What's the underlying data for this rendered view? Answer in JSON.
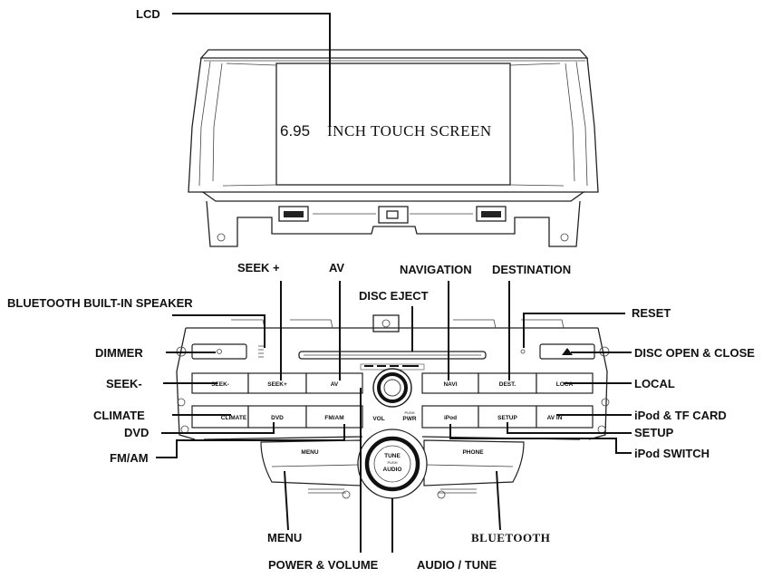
{
  "screen": {
    "size_text": "6.95",
    "description": "INCH TOUCH SCREEN"
  },
  "labels": {
    "lcd": "LCD",
    "seek_plus": "SEEK +",
    "av": "AV",
    "navigation": "NAVIGATION",
    "destination": "DESTINATION",
    "bluetooth_speaker": "BLUETOOTH BUILT-IN SPEAKER",
    "disc_eject": "DISC EJECT",
    "reset": "RESET",
    "dimmer": "DIMMER",
    "disc_open_close": "DISC OPEN & CLOSE",
    "seek_minus": "SEEK-",
    "local": "LOCAL",
    "climate": "CLIMATE",
    "ipod_tf": "iPod & TF CARD",
    "dvd": "DVD",
    "setup": "SETUP",
    "fm_am": "FM/AM",
    "ipod_switch": "iPod SWITCH",
    "menu": "MENU",
    "bluetooth": "BLUETOOTH",
    "power_volume": "POWER & VOLUME",
    "audio_tune": "AUDIO / TUNE"
  },
  "buttons": {
    "seek_minus": "SEEK-",
    "seek_plus": "SEEK+",
    "av": "AV",
    "navi": "NAVI",
    "dest": "DEST.",
    "loca": "LOCA",
    "climate": "CLIMATE",
    "dvd": "DVD",
    "fm_am": "FM/AM",
    "ipod": "iPod",
    "setup": "SETUP",
    "av_in": "AV IN",
    "menu": "MENU",
    "phone": "PHONE",
    "vol": "VOL",
    "pwr": "PWR",
    "push": "PUSH",
    "tune": "TUNE",
    "audio": "AUDIO"
  },
  "icons": {
    "eject": "eject-icon"
  }
}
